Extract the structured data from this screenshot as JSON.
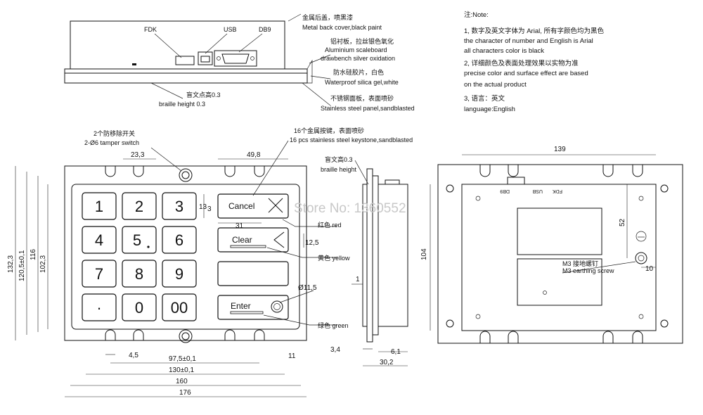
{
  "top_view": {
    "fdk": "FDK",
    "usb": "USB",
    "db9": "DB9",
    "back_cover_cn": "金属后盖，喷黑漆",
    "back_cover_en": "Metal back cover,black paint",
    "scaleboard_cn": "铝衬板，拉丝银色氧化",
    "scaleboard_en1": "Aluminium scaleboard",
    "scaleboard_en2": "drawbench silver oxidation",
    "silica_cn": "防水硅胶片，白色",
    "silica_en": "Waterproof silica gel,white",
    "braille_cn": "盲文点高0.3",
    "braille_en": "braille height 0.3",
    "panel_cn": "不锈钢面板，表面喷砂",
    "panel_en": "Stainless steel panel,sandblasted"
  },
  "notes": {
    "title": "注:Note:",
    "n1_cn": "1, 数字及英文字体为 Arial, 所有字颜色均为黑色",
    "n1_en1": "the character of number and English is Arial",
    "n1_en2": "all characters color is black",
    "n2_cn": "2, 详细颜色及表面处理效果以实物为准",
    "n2_en1": "precise color and surface effect are based",
    "n2_en2": "on the actual product",
    "n3_cn": "3, 语言：英文",
    "n3_en": "language:English"
  },
  "front_view": {
    "tamper_cn": "2个防移除开关",
    "tamper_en": "2-Ø6 tamper switch",
    "keys_cn": "16个金属按键，表面喷砂",
    "keys_en": "16 pcs stainless steel keystone,sandblasted",
    "keys": [
      "1",
      "2",
      "3",
      "4",
      "5",
      "6",
      "7",
      "8",
      "9",
      "·",
      "0",
      "00"
    ],
    "func_keys": {
      "cancel": "Cancel",
      "clear": "Clear",
      "enter": "Enter"
    },
    "red_label": "红色 red",
    "yellow_label": "黄色 yellow",
    "green_label": "绿色 green",
    "dimensions": {
      "d_23_3": "23,3",
      "d_49_8": "49,8",
      "d_31": "31",
      "d_3": "3",
      "d_13": "13",
      "d_12_5": "12,5",
      "d_11_5": "Ø11,5",
      "d_132_3": "132,3",
      "d_120_5": "120,5±0,1",
      "d_116": "116",
      "d_102_3": "102,3",
      "d_4_5": "4,5",
      "d_97_5": "97,5±0,1",
      "d_130": "130±0,1",
      "d_160": "160",
      "d_176": "176",
      "d_11": "11"
    }
  },
  "side_view": {
    "braille_cn": "盲文高0.3",
    "braille_en": "braille height",
    "d_1": "1",
    "d_3_4": "3,4",
    "d_6_1": "6,1",
    "d_30_2": "30,2"
  },
  "back_view": {
    "d_139": "139",
    "d_104": "104",
    "d_52": "52",
    "d_10": "10",
    "db9": "DB9",
    "usb": "USB",
    "fdk": "FDK",
    "screw_cn": "M3 接地螺钉",
    "screw_en": "M3 earthing screw"
  },
  "watermark": "Store No: 1360552"
}
